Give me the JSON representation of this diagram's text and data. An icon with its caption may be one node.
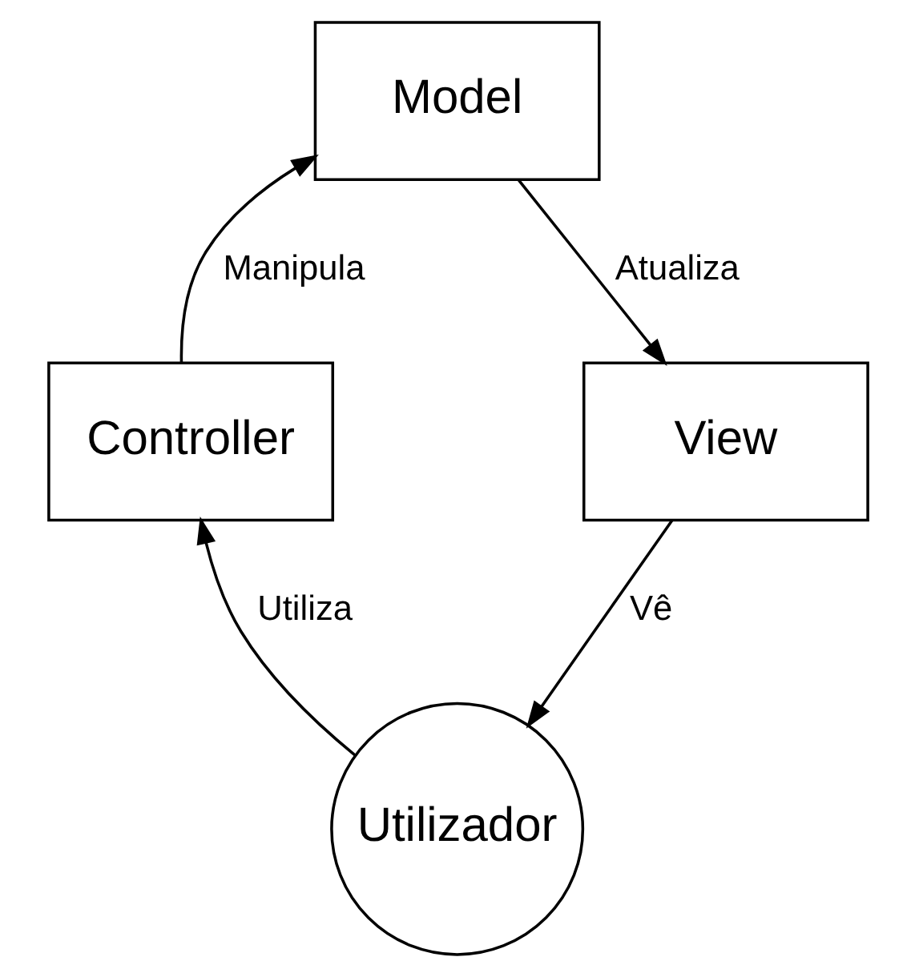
{
  "diagram": {
    "nodes": [
      {
        "text": [
          "Model"
        ]
      },
      {
        "text": [
          "Controller"
        ]
      },
      {
        "text": [
          "View"
        ]
      },
      {
        "text": [
          "Utilizador"
        ]
      }
    ],
    "edges": [
      {
        "from": 1,
        "to": 0,
        "arrow": "to",
        "label": "Manipula"
      },
      {
        "from": 0,
        "to": 2,
        "arrow": "to",
        "label": "Atualiza"
      },
      {
        "from": 2,
        "to": 3,
        "arrow": "to",
        "label": "Vê"
      },
      {
        "from": 3,
        "to": 1,
        "arrow": "to",
        "label": "Utiliza"
      }
    ]
  }
}
